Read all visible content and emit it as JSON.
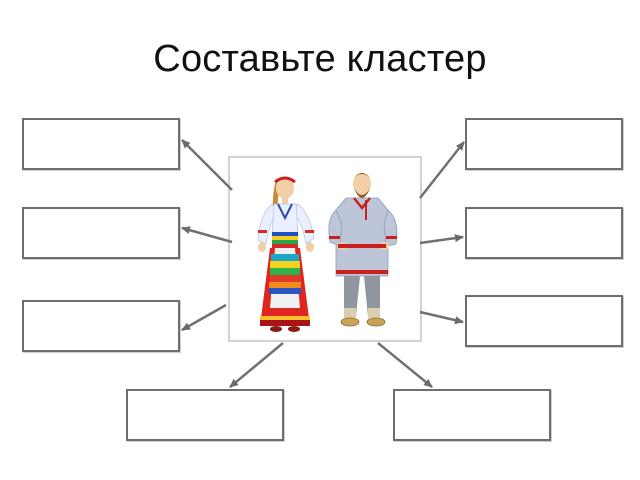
{
  "title": "Составьте кластер",
  "colors": {
    "box_border": "#6e6e6e",
    "arrow": "#707070",
    "frame_border": "#d2d2d2"
  },
  "cluster": {
    "center_image": "folk-costume-couple-illustration",
    "empty_boxes": 8
  }
}
